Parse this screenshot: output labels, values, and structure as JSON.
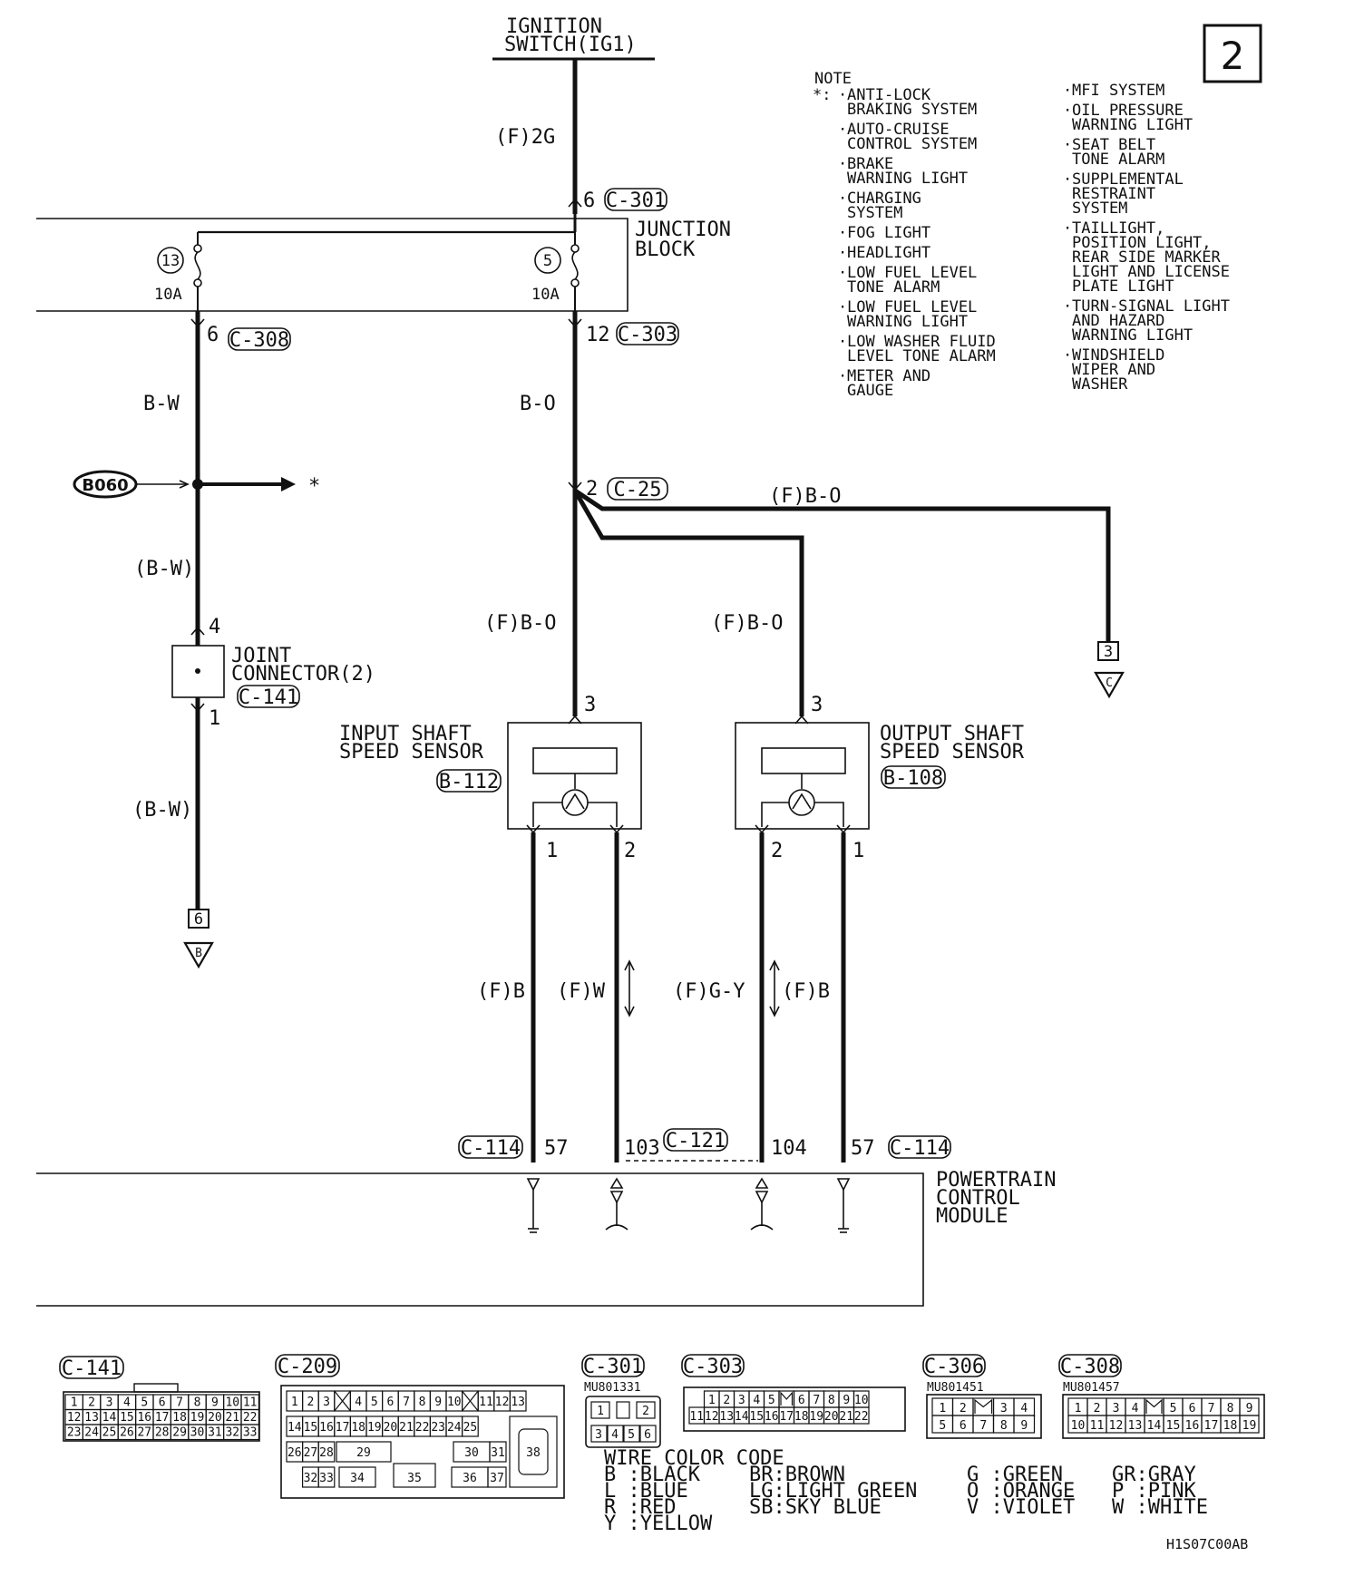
{
  "page_number": "2",
  "diagram_code": "H1S07C00AB",
  "ignition": {
    "line1": "IGNITION",
    "line2": "SWITCH(IG1)",
    "wire": "(F)2G"
  },
  "junction_block": {
    "line1": "JUNCTION",
    "line2": "BLOCK",
    "fuse_left_num": "13",
    "fuse_right_num": "5",
    "fuse_left_amp": "10A",
    "fuse_right_amp": "10A",
    "pin_top": "6",
    "conn_top": "C-301",
    "pin_left_out": "6",
    "conn_left_out": "C-308",
    "pin_right_out": "12",
    "conn_right_out": "C-303"
  },
  "left_branch": {
    "wire1": "B-W",
    "splice": "B060",
    "splice_ref": "*",
    "wire2": "(B-W)",
    "joint_pin_top": "4",
    "joint_line1": "JOINT",
    "joint_line2": "CONNECTOR(2)",
    "joint_conn": "C-141",
    "joint_pin_bottom": "1",
    "wire3": "(B-W)",
    "terminal_num": "6",
    "terminal_letter": "B"
  },
  "center_branch": {
    "wire1": "B-O",
    "splice_pin": "2",
    "splice_conn": "C-25",
    "wire_right": "(F)B-O",
    "wire_in": "(F)B-O",
    "wire_out": "(F)B-O",
    "terminal_num": "3",
    "terminal_letter": "C"
  },
  "input_sensor": {
    "line1": "INPUT SHAFT",
    "line2": "SPEED SENSOR",
    "conn": "B-112",
    "pin_top": "3",
    "pin_left": "1",
    "pin_right": "2",
    "wire_left": "(F)B",
    "wire_right": "(F)W"
  },
  "output_sensor": {
    "line1": "OUTPUT SHAFT",
    "line2": "SPEED SENSOR",
    "conn": "B-108",
    "pin_top": "3",
    "pin_left": "2",
    "pin_right": "1",
    "wire_left": "(F)G-Y",
    "wire_right": "(F)B"
  },
  "pcm": {
    "line1": "POWERTRAIN",
    "line2": "CONTROL",
    "line3": "MODULE",
    "conn_a": "C-114",
    "pin_a": "57",
    "pin_b": "103",
    "conn_b": "C-121",
    "pin_c": "104",
    "pin_d": "57",
    "conn_d": "C-114"
  },
  "note": {
    "title": "NOTE",
    "marker": "*:",
    "left": [
      [
        "ANTI-LOCK",
        "BRAKING SYSTEM"
      ],
      [
        "AUTO-CRUISE",
        "CONTROL SYSTEM"
      ],
      [
        "BRAKE",
        "WARNING LIGHT"
      ],
      [
        "CHARGING",
        "SYSTEM"
      ],
      [
        "FOG LIGHT"
      ],
      [
        "HEADLIGHT"
      ],
      [
        "LOW FUEL LEVEL",
        "TONE ALARM"
      ],
      [
        "LOW FUEL LEVEL",
        "WARNING LIGHT"
      ],
      [
        "LOW WASHER FLUID",
        "LEVEL TONE ALARM"
      ],
      [
        "METER AND",
        "GAUGE"
      ]
    ],
    "right": [
      [
        "MFI SYSTEM"
      ],
      [
        "OIL PRESSURE",
        "WARNING LIGHT"
      ],
      [
        "SEAT BELT",
        "TONE ALARM"
      ],
      [
        "SUPPLEMENTAL",
        "RESTRAINT",
        "SYSTEM"
      ],
      [
        "TAILLIGHT,",
        "POSITION LIGHT,",
        "REAR SIDE MARKER",
        "LIGHT AND LICENSE",
        "PLATE LIGHT"
      ],
      [
        "TURN-SIGNAL LIGHT",
        "AND HAZARD",
        "WARNING LIGHT"
      ],
      [
        "WINDSHIELD",
        "WIPER AND",
        "WASHER"
      ]
    ]
  },
  "connector_views": {
    "c141": {
      "label": "C-141"
    },
    "c209": {
      "label": "C-209",
      "big_cells": [
        "29",
        "30",
        "31",
        "34",
        "35",
        "36",
        "37",
        "38"
      ]
    },
    "c301": {
      "label": "C-301",
      "part": "MU801331"
    },
    "c303": {
      "label": "C-303"
    },
    "c306": {
      "label": "C-306",
      "part": "MU801451"
    },
    "c308": {
      "label": "C-308",
      "part": "MU801457"
    }
  },
  "wire_color_code": {
    "title": "WIRE COLOR CODE",
    "col1": [
      "B :BLACK",
      "L :BLUE",
      "R :RED",
      "Y :YELLOW"
    ],
    "col2": [
      "BR:BROWN",
      "LG:LIGHT GREEN",
      "SB:SKY BLUE"
    ],
    "col3": [
      "G :GREEN",
      "O :ORANGE",
      "V :VIOLET"
    ],
    "col4": [
      "GR:GRAY",
      "P :PINK",
      "W :WHITE"
    ]
  }
}
